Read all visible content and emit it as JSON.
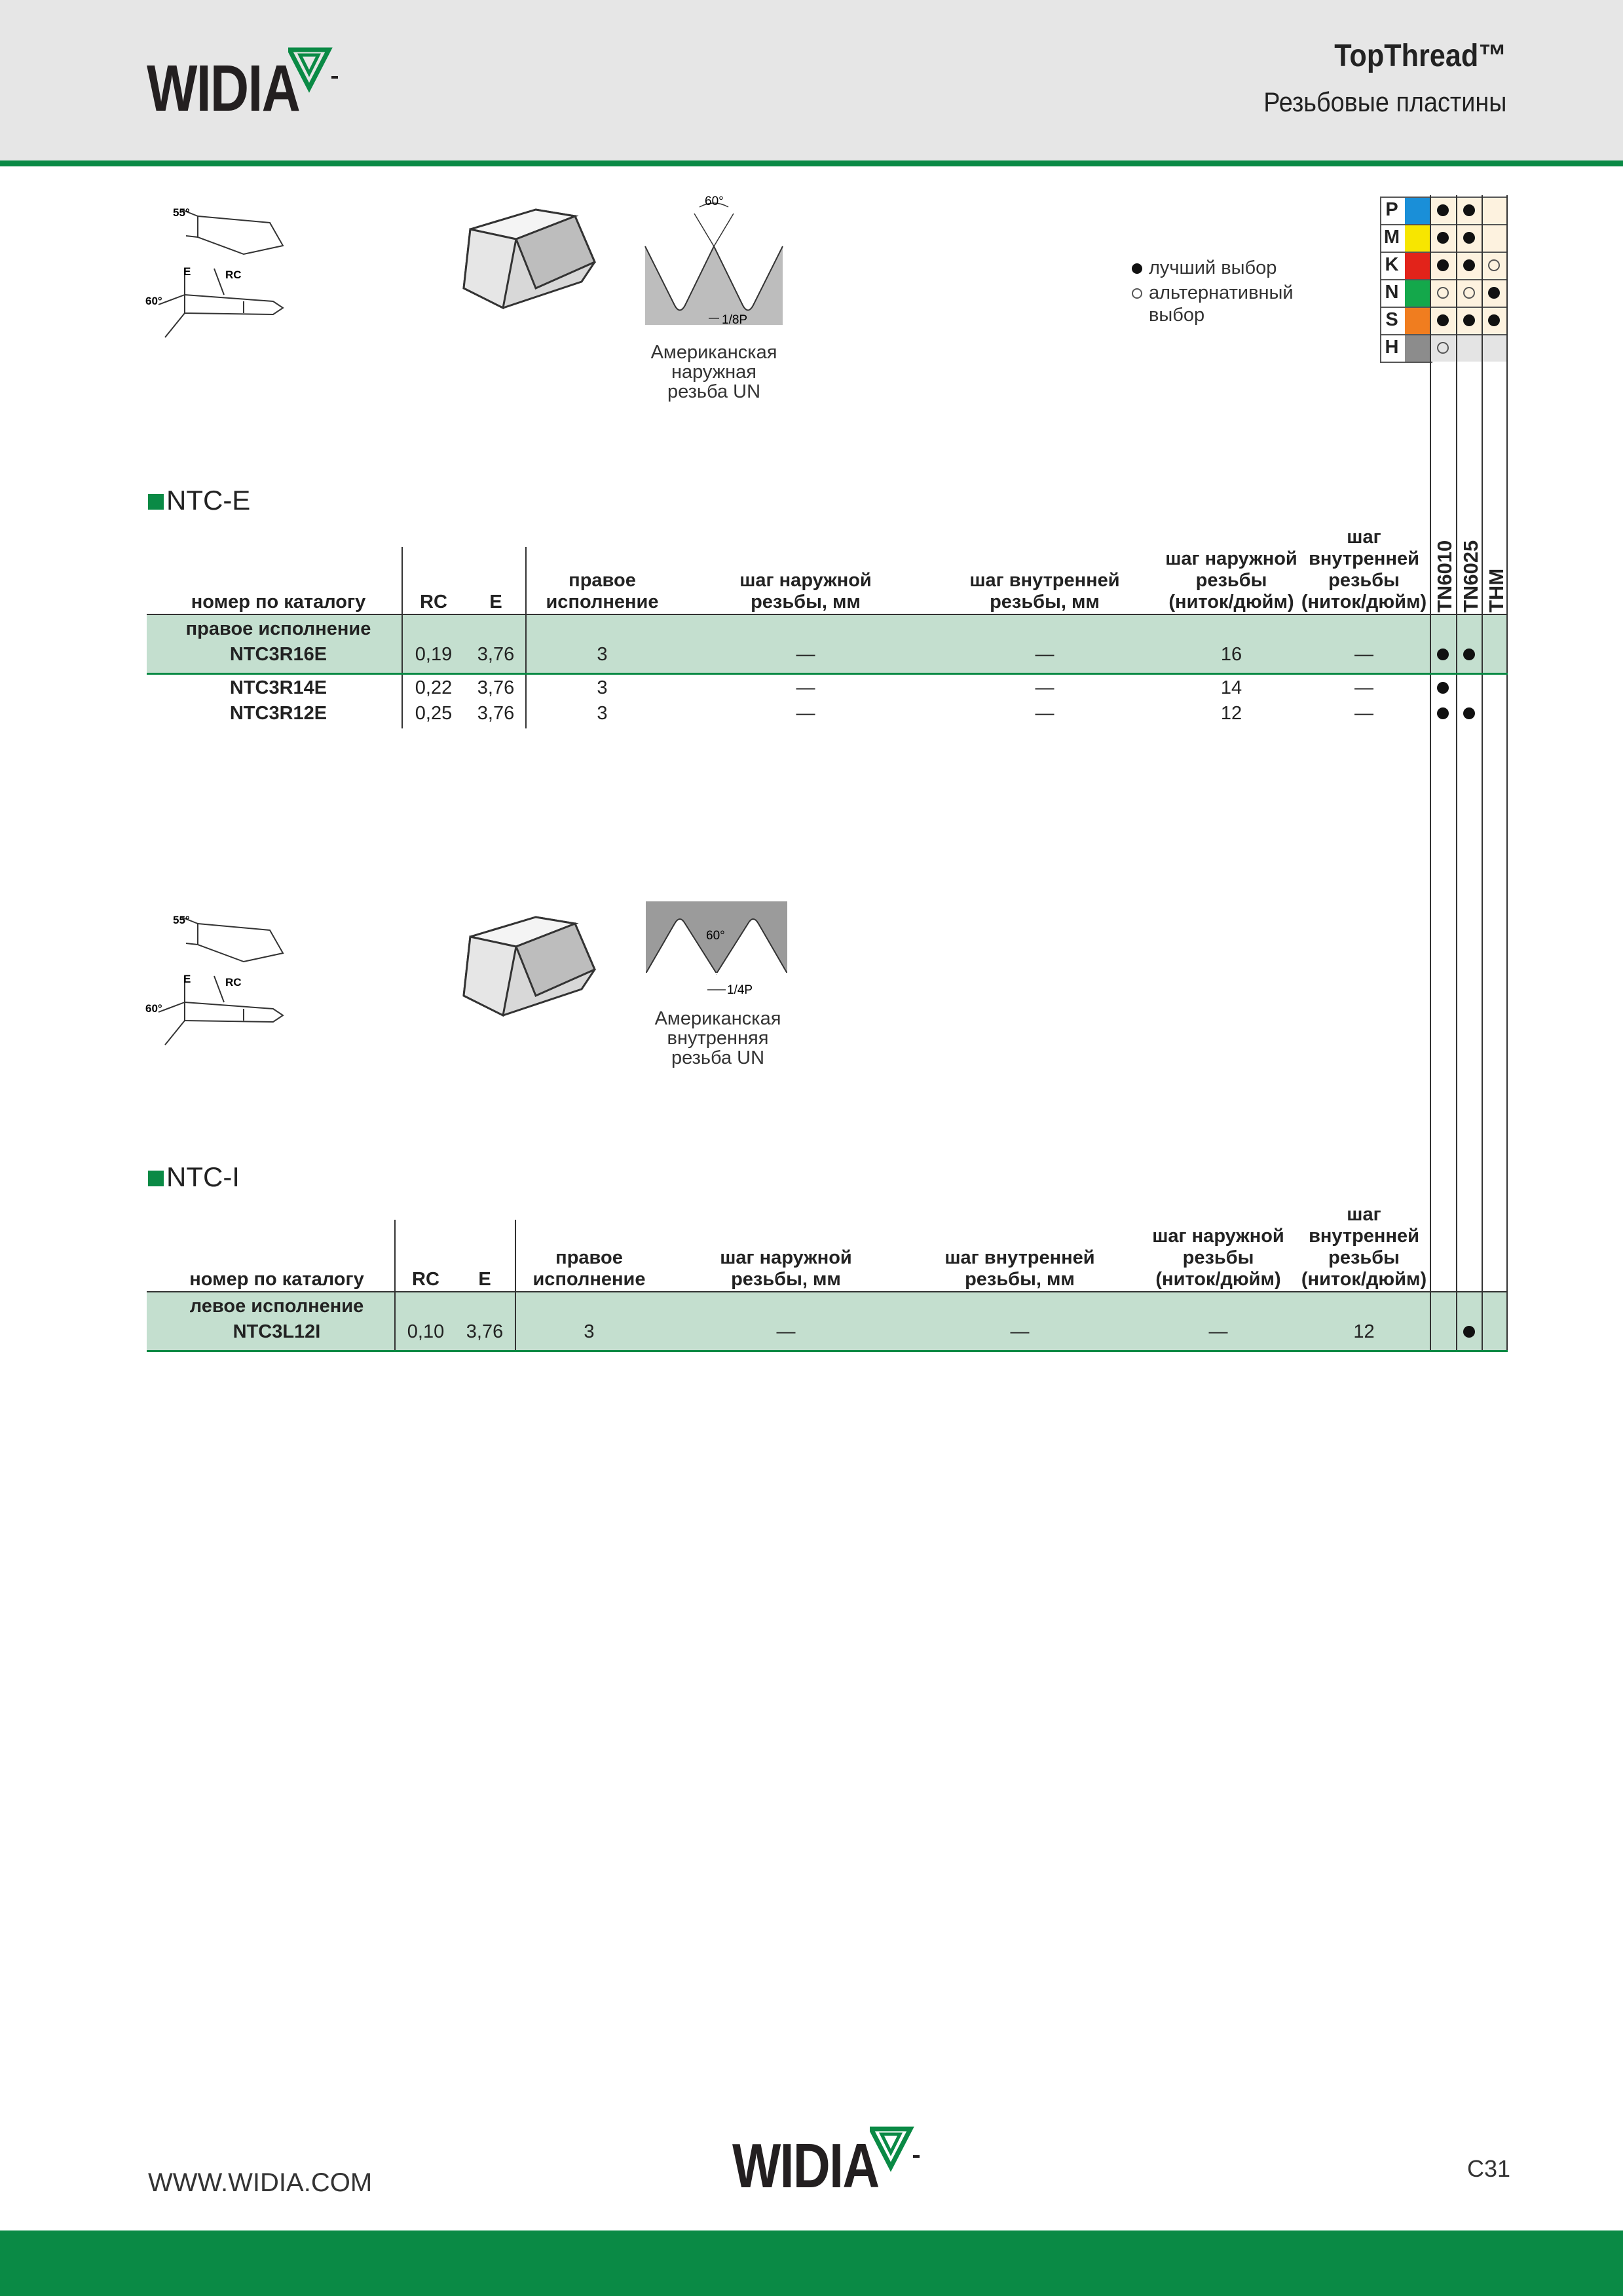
{
  "header": {
    "brand": "WIDIA",
    "title": "TopThread™",
    "subtitle": "Резьбовые пластины"
  },
  "legend": {
    "best": "лучший выбор",
    "alt_line1": "альтернативный",
    "alt_line2": "выбор"
  },
  "materials": [
    {
      "code": "P",
      "color": "#1a8fd8",
      "marks": [
        "best",
        "best",
        ""
      ]
    },
    {
      "code": "M",
      "color": "#f7e600",
      "marks": [
        "best",
        "best",
        ""
      ]
    },
    {
      "code": "K",
      "color": "#e2231a",
      "marks": [
        "best",
        "best",
        "alt"
      ]
    },
    {
      "code": "N",
      "color": "#14a84b",
      "marks": [
        "alt",
        "alt",
        "best"
      ]
    },
    {
      "code": "S",
      "color": "#f07d1f",
      "marks": [
        "best",
        "best",
        "best"
      ]
    },
    {
      "code": "H",
      "color": "#8c8c8c",
      "marks": [
        "alt",
        "",
        ""
      ]
    }
  ],
  "grades": [
    "TN6010",
    "TN6025",
    "THM"
  ],
  "section_e": {
    "title": "NTC-E",
    "figure": {
      "angle55": "55°",
      "angle60": "60°",
      "label_e": "E",
      "label_rc": "RC",
      "profile_angle": "60°",
      "profile_pitch": "1/8P",
      "caption": [
        "Американская",
        "наружная",
        "резьба UN"
      ]
    },
    "headers": {
      "catalog": "номер по каталогу",
      "rc": "RC",
      "e": "E",
      "hand": [
        "правое",
        "исполнение"
      ],
      "ext_mm": [
        "шаг наружной",
        "резьбы, мм"
      ],
      "int_mm": [
        "шаг внутренней",
        "резьбы, мм"
      ],
      "ext_tpi": [
        "шаг наружной",
        "резьбы",
        "(ниток/дюйм)"
      ],
      "int_tpi": [
        "шаг",
        "внутренней",
        "резьбы",
        "(ниток/дюйм)"
      ]
    },
    "group_label": "правое исполнение",
    "rows": [
      {
        "catalog": "NTC3R16E",
        "rc": "0,19",
        "e": "3,76",
        "hand": "3",
        "ext_mm": "—",
        "int_mm": "—",
        "ext_tpi": "16",
        "int_tpi": "—",
        "grades": [
          "best",
          "best",
          ""
        ]
      },
      {
        "catalog": "NTC3R14E",
        "rc": "0,22",
        "e": "3,76",
        "hand": "3",
        "ext_mm": "—",
        "int_mm": "—",
        "ext_tpi": "14",
        "int_tpi": "—",
        "grades": [
          "best",
          "",
          ""
        ]
      },
      {
        "catalog": "NTC3R12E",
        "rc": "0,25",
        "e": "3,76",
        "hand": "3",
        "ext_mm": "—",
        "int_mm": "—",
        "ext_tpi": "12",
        "int_tpi": "—",
        "grades": [
          "best",
          "best",
          ""
        ]
      }
    ]
  },
  "section_i": {
    "title": "NTC-I",
    "figure": {
      "angle55": "55°",
      "angle60": "60°",
      "label_e": "E",
      "label_rc": "RC",
      "profile_angle": "60°",
      "profile_pitch": "1/4P",
      "caption": [
        "Американская",
        "внутренняя",
        "резьба UN"
      ]
    },
    "headers": {
      "catalog": "номер по каталогу",
      "rc": "RC",
      "e": "E",
      "hand": [
        "правое",
        "исполнение"
      ],
      "ext_mm": [
        "шаг наружной",
        "резьбы, мм"
      ],
      "int_mm": [
        "шаг внутренней",
        "резьбы, мм"
      ],
      "ext_tpi": [
        "шаг наружной",
        "резьбы",
        "(ниток/дюйм)"
      ],
      "int_tpi": [
        "шаг",
        "внутренней",
        "резьбы",
        "(ниток/дюйм)"
      ]
    },
    "group_label": "левое исполнение",
    "rows": [
      {
        "catalog": "NTC3L12I",
        "rc": "0,10",
        "e": "3,76",
        "hand": "3",
        "ext_mm": "—",
        "int_mm": "—",
        "ext_tpi": "—",
        "int_tpi": "12",
        "grades": [
          "",
          "best",
          ""
        ]
      }
    ]
  },
  "footer": {
    "url": "WWW.WIDIA.COM",
    "brand": "WIDIA",
    "page": "C31"
  }
}
